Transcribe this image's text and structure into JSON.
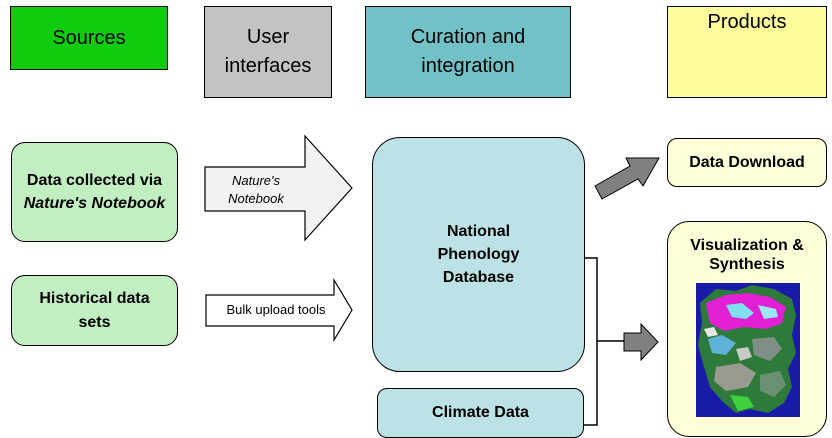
{
  "headers": {
    "sources": "Sources",
    "user_interfaces": "User interfaces",
    "curation": "Curation and integration",
    "products": "Products"
  },
  "sources": {
    "nn_prefix": "Data collected via",
    "nn_italic": "Nature's Notebook",
    "historical": "Historical data sets"
  },
  "interfaces": {
    "nn_arrow": "Nature's Notebook",
    "bulk_arrow": "Bulk upload tools"
  },
  "curation": {
    "npd": "National Phenology Database",
    "climate": "Climate Data"
  },
  "products": {
    "download": "Data Download",
    "viz": "Visualization & Synthesis"
  },
  "colors": {
    "sources_header": "#0fcc0f",
    "interfaces_header": "#c3c3c3",
    "curation_header": "#72c1c6",
    "products_header": "#fdfd9e",
    "green_box": "#c2efc2",
    "blue_box": "#bde2e6",
    "cream_box": "#fefed9",
    "arrow_gray": "#808080"
  }
}
